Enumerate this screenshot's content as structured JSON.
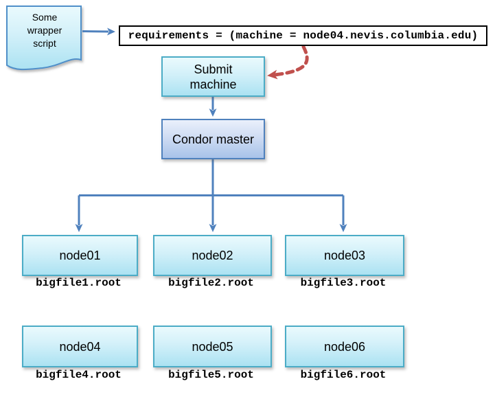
{
  "colors": {
    "accent_blue": "#4f81bd",
    "accent_red": "#c0504d",
    "cyan_box_border": "#4bacc6",
    "cyan_box_fill_top": "#eafafd",
    "cyan_box_fill_bottom": "#abe2f2",
    "blue_box_fill_top": "#eaf0fb",
    "blue_box_fill_bottom": "#a8c3e9",
    "code_box_border": "#000000"
  },
  "wrapper_script": {
    "lines": [
      "Some",
      "wrapper",
      "script"
    ]
  },
  "requirements_code": "requirements = (machine = node04.nevis.columbia.edu)",
  "submit_machine": {
    "lines": [
      "Submit",
      "machine"
    ]
  },
  "condor_master": {
    "label": "Condor master"
  },
  "workers": [
    {
      "label": "node01",
      "file": "bigfile1.root"
    },
    {
      "label": "node02",
      "file": "bigfile2.root"
    },
    {
      "label": "node03",
      "file": "bigfile3.root"
    },
    {
      "label": "node04",
      "file": "bigfile4.root"
    },
    {
      "label": "node05",
      "file": "bigfile5.root"
    },
    {
      "label": "node06",
      "file": "bigfile6.root"
    }
  ]
}
